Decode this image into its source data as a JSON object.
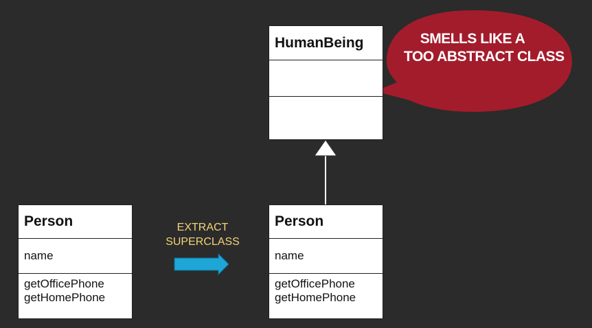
{
  "left_class": {
    "name": "Person",
    "attribute": "name",
    "methods": [
      "getOfficePhone",
      "getHomePhone"
    ]
  },
  "refactoring": {
    "label_line1": "EXTRACT",
    "label_line2": "SUPERCLASS",
    "arrow_color": "#1ea6d6",
    "label_color": "#f6d27a"
  },
  "right_class": {
    "name": "Person",
    "attribute": "name",
    "methods": [
      "getOfficePhone",
      "getHomePhone"
    ]
  },
  "superclass": {
    "name": "HumanBeing",
    "attributes": [],
    "methods": []
  },
  "callout": {
    "line1": "SMELLS LIKE A",
    "line2": "TOO ABSTRACT CLASS",
    "color": "#a31c2c"
  },
  "colors": {
    "background": "#2b2b2b",
    "box": "#ffffff",
    "inheritance_line": "#ffffff"
  }
}
